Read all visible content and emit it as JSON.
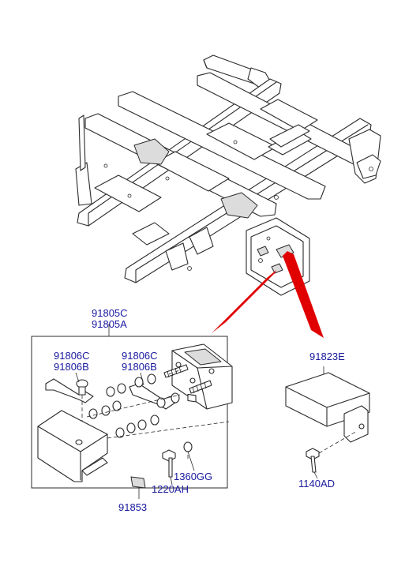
{
  "colors": {
    "label": "#1a1aa0",
    "line": "#2b2b2b",
    "arrow": "#e00000",
    "background": "#ffffff"
  },
  "labels": {
    "part_91805C": "91805C",
    "part_91805A": "91805A",
    "part_91806C_left": "91806C",
    "part_91806B_left": "91806B",
    "part_91806C_right": "91806C",
    "part_91806B_right": "91806B",
    "part_91823E": "91823E",
    "part_1360GG": "1360GG",
    "part_1220AH": "1220AH",
    "part_1140AD": "1140AD",
    "part_91853": "91853"
  }
}
